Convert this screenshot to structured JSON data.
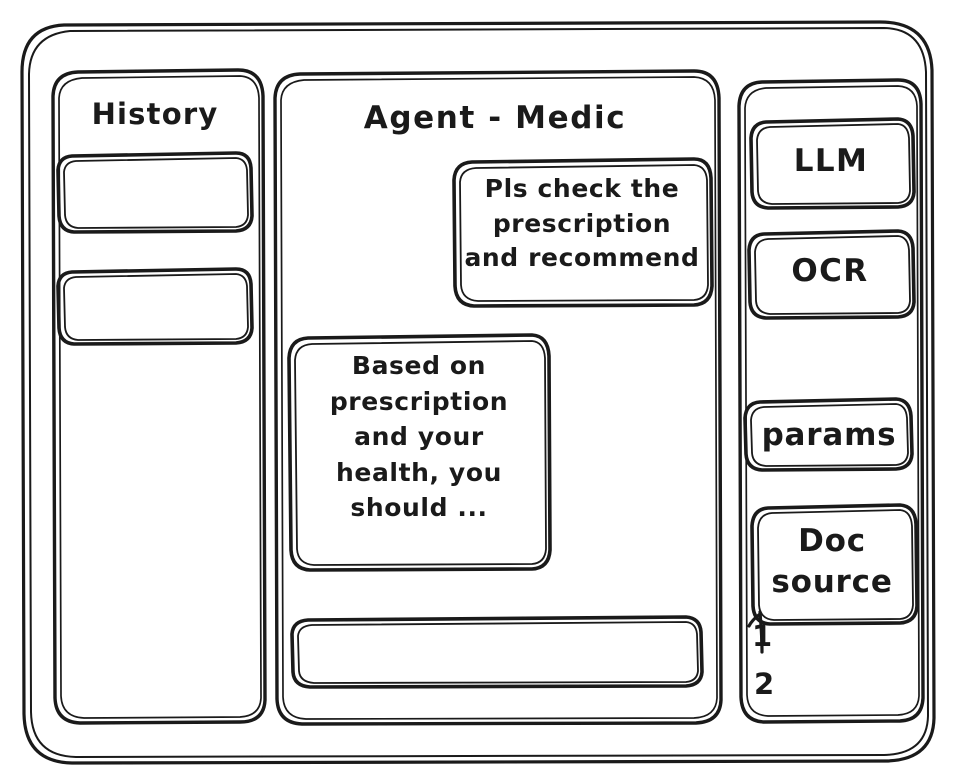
{
  "style": {
    "look": "hand-drawn-wireframe",
    "stroke_color": "#1a1a1a",
    "background_color": "#ffffff"
  },
  "window": {
    "name": "app-window-frame"
  },
  "sidebar_left": {
    "title": "History",
    "items": [
      {
        "label": "",
        "name": "history-item-1"
      },
      {
        "label": "",
        "name": "history-item-2"
      }
    ]
  },
  "main": {
    "title": "Agent - Medic",
    "messages": [
      {
        "role": "user",
        "text": "Pls check the\nprescription\nand recommend"
      },
      {
        "role": "assistant",
        "text": "Based on\nprescription\nand your\nhealth, you\nshould ..."
      }
    ],
    "composer": {
      "value": "",
      "placeholder": ""
    }
  },
  "sidebar_right": {
    "tools": [
      {
        "label": "LLM"
      },
      {
        "label": "OCR"
      }
    ],
    "params": {
      "label": "params"
    },
    "doc_source": {
      "label": "Doc\nsource",
      "items": [
        "1",
        "2"
      ]
    }
  }
}
